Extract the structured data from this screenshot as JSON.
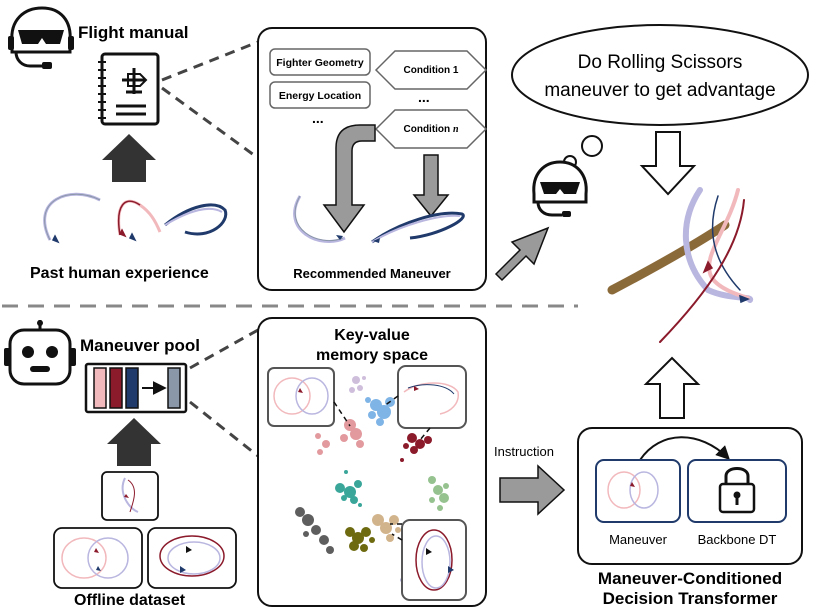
{
  "top": {
    "flight_manual_label": "Flight manual",
    "past_experience_label": "Past human experience",
    "panel": {
      "fighter_geometry": "Fighter Geometry",
      "energy_location": "Energy Location",
      "ellipsis_left": "...",
      "ellipsis_center": "...",
      "condition_1": "Condition 1",
      "condition_n_prefix": "Condition ",
      "condition_n_var": "n",
      "caption": "Recommended Maneuver"
    },
    "thought": {
      "line1": "Do Rolling Scissors",
      "line2": "maneuver to get advantage"
    }
  },
  "bottom": {
    "maneuver_pool_label": "Maneuver pool",
    "memory_title_line1": "Key-value",
    "memory_title_line2": "memory space",
    "offline_dataset_label": "Offline dataset",
    "instruction_label": "Instruction",
    "dt": {
      "maneuver_label": "Maneuver",
      "backbone_label": "Backbone DT",
      "title_line1": "Maneuver-Conditioned",
      "title_line2": "Decision Transformer"
    }
  },
  "colors": {
    "arrow_gray": "#9a9a9a",
    "arrow_dark": "#333333",
    "pink": "#f2b9bd",
    "crimson": "#8b1a2b",
    "navy": "#1f3a6b",
    "slate": "#8a97a8",
    "trail_brown": "#8b6a3a",
    "trail_lavender": "#b9b6e0"
  },
  "icons": [
    "pilot-helmet-icon",
    "flight-manual-icon",
    "robot-icon",
    "lock-icon"
  ]
}
